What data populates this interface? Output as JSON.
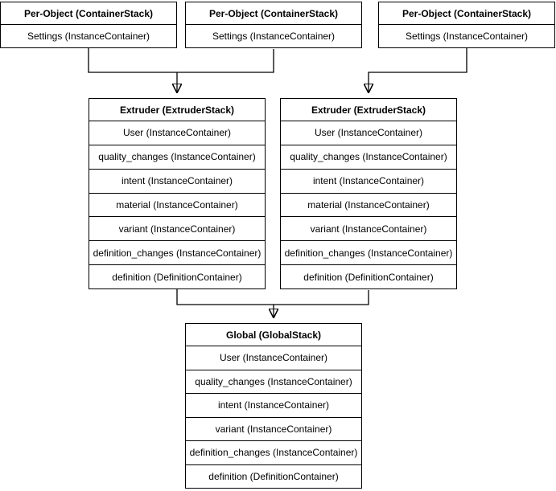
{
  "diagram": {
    "colors": {
      "border": "#000000",
      "background": "#ffffff",
      "text": "#000000"
    },
    "per_object_stacks": [
      {
        "title": "Per-Object (ContainerStack)",
        "rows": [
          "Settings (InstanceContainer)"
        ]
      },
      {
        "title": "Per-Object (ContainerStack)",
        "rows": [
          "Settings (InstanceContainer)"
        ]
      },
      {
        "title": "Per-Object (ContainerStack)",
        "rows": [
          "Settings (InstanceContainer)"
        ]
      }
    ],
    "extruder_stacks": [
      {
        "title": "Extruder (ExtruderStack)",
        "rows": [
          "User (InstanceContainer)",
          "quality_changes (InstanceContainer)",
          "intent (InstanceContainer)",
          "material (InstanceContainer)",
          "variant (InstanceContainer)",
          "definition_changes (InstanceContainer)",
          "definition (DefinitionContainer)"
        ]
      },
      {
        "title": "Extruder (ExtruderStack)",
        "rows": [
          "User (InstanceContainer)",
          "quality_changes (InstanceContainer)",
          "intent (InstanceContainer)",
          "material (InstanceContainer)",
          "variant (InstanceContainer)",
          "definition_changes (InstanceContainer)",
          "definition (DefinitionContainer)"
        ]
      }
    ],
    "global_stack": {
      "title": "Global (GlobalStack)",
      "rows": [
        "User (InstanceContainer)",
        "quality_changes (InstanceContainer)",
        "intent (InstanceContainer)",
        "variant (InstanceContainer)",
        "definition_changes (InstanceContainer)",
        "definition (DefinitionContainer)"
      ]
    }
  }
}
